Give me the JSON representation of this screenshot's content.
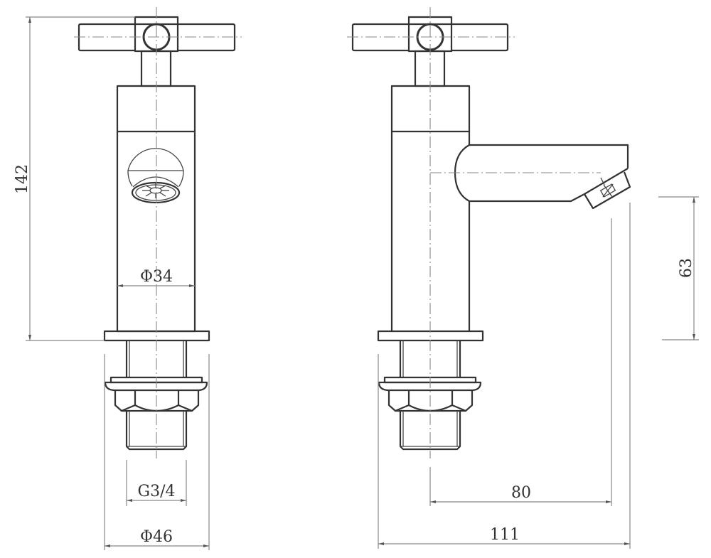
{
  "drawing": {
    "title": "Basin pillar tap technical drawing",
    "views": [
      "front-view",
      "side-view"
    ],
    "units": "mm",
    "line_color": "#333333",
    "dimension_color": "#888888"
  },
  "dimensions": {
    "overall_height": "142",
    "body_diameter": "Φ34",
    "thread_size": "G3/4",
    "base_diameter": "Φ46",
    "outlet_height": "63",
    "spout_reach": "80",
    "overall_depth": "111"
  }
}
